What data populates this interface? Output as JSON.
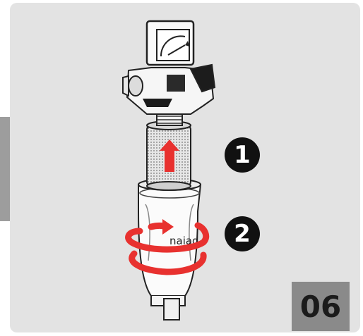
{
  "steps": {
    "first": "1",
    "second": "2"
  },
  "step_number": "06",
  "cartridge_brand": "naiad",
  "colors": {
    "panel_background": "#e3e3e3",
    "arrow": "#e8312f",
    "badge": "#111111",
    "step_box": "#8a8a8a"
  }
}
